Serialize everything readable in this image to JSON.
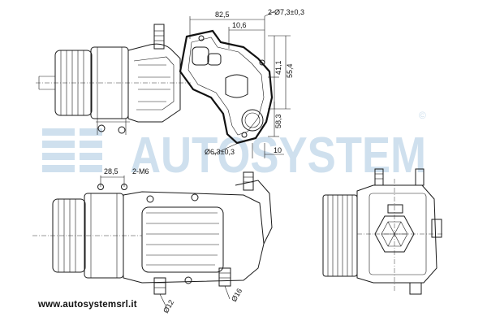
{
  "watermark": {
    "text": "AUTOSYSTEM",
    "symbol": "©",
    "color": "#cfe0ee"
  },
  "website": "www.autosystemsrl.it",
  "top_view_dimensions": {
    "d1": "82,5",
    "d2": "2-Ø7,3±0,3",
    "d3": "10,6",
    "d4": "41,1",
    "d5": "55,4",
    "d6": "58,3",
    "d7": "Ø6,3±0,3",
    "d8": "10"
  },
  "bottom_view_dimensions": {
    "d1": "28,5",
    "d2": "2-M6",
    "d3": "Ø12",
    "d4": "Ø16"
  }
}
